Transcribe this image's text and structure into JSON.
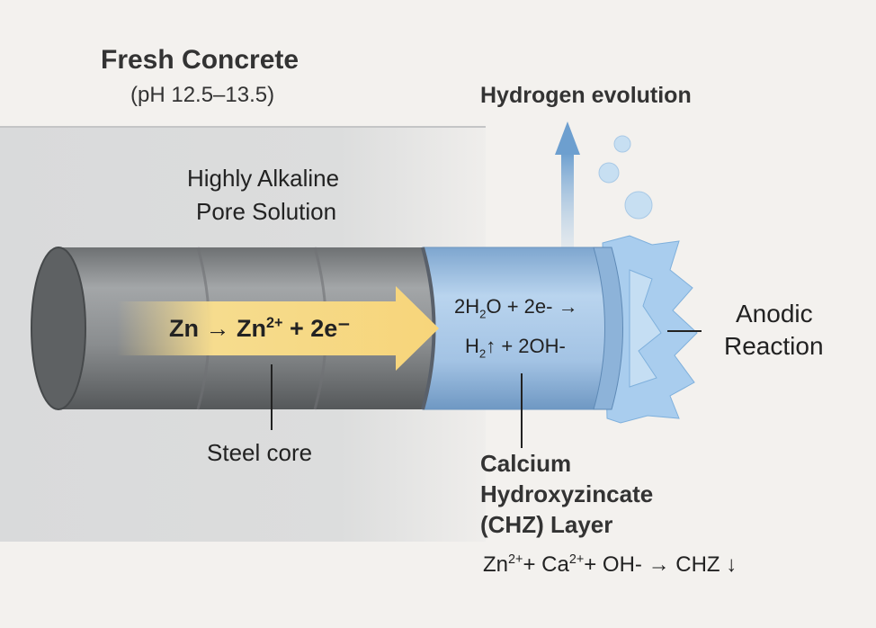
{
  "title": "Fresh Concrete",
  "subtitle": "(pH 12.5–13.5)",
  "pore_solution": [
    "Highly Alkaline",
    "Pore Solution"
  ],
  "hydrogen_label": "Hydrogen evolution",
  "anode_equation": {
    "lhs": "Zn → Zn",
    "charge": "2+",
    "rhs": " + 2e⁻"
  },
  "cathode_equation": {
    "line1_a": "2H",
    "line1_sub": "2",
    "line1_b": "O + 2e- →",
    "line2_a": "H",
    "line2_sub": "2",
    "line2_b": "↑  + 2OH-"
  },
  "anodic_label": [
    "Anodic",
    "Reaction"
  ],
  "steel_label": "Steel core",
  "chz_label": [
    "Calcium",
    "Hydroxyzincate",
    "(CHZ) Layer"
  ],
  "chz_equation": {
    "zn": "Zn",
    "zn_charge": "2+",
    "ca": "+ Ca",
    "ca_charge": "2+",
    "rest": "+ OH- → CHZ ↓"
  },
  "colors": {
    "steel": "#8d9092",
    "chz": "#a9c8e6",
    "arrow": "#f5d98a",
    "concrete": "#dadbdc"
  }
}
